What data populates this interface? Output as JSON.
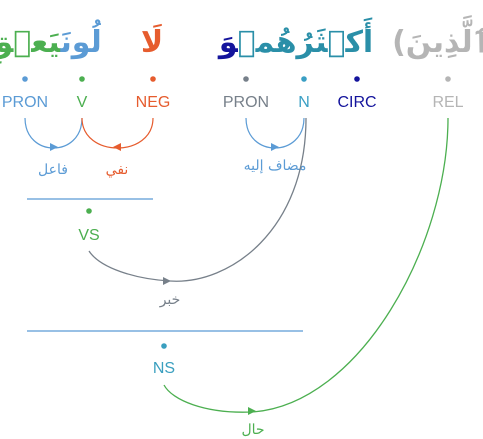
{
  "colors": {
    "pron": "#5b9bd5",
    "verb": "#4caf50",
    "neg": "#e65c2e",
    "noun_word": "#2a8fa8",
    "noun_tag": "#3a9fc4",
    "circ": "#14149c",
    "rel": "#b5b5b5",
    "grey": "#77808a",
    "nominal": "#3a9fbf"
  },
  "words": [
    {
      "text": "يَعۡقِلُونَ",
      "part1": "يَعۡقِ",
      "part2": "لُونَ"
    },
    {
      "text": "لَا"
    },
    {
      "text": "وَأَكۡثَرُهُمۡ",
      "part1": "وَ",
      "part2": "أَكۡثَرُهُمۡ"
    },
    {
      "text": "ٱلَّذِينَ",
      "wrapped": "(ٱلَّذِينَ)"
    }
  ],
  "tags": {
    "pron1": "PRON",
    "v": "V",
    "neg": "NEG",
    "pron2": "PRON",
    "n": "N",
    "circ": "CIRC",
    "rel": "REL"
  },
  "phrases": {
    "vs": "VS",
    "ns": "NS"
  },
  "relations": {
    "subject": "فاعل",
    "negation": "نفي",
    "possessive": "مضاف إليه",
    "predicate": "خبر",
    "circumstantial": "حال"
  }
}
